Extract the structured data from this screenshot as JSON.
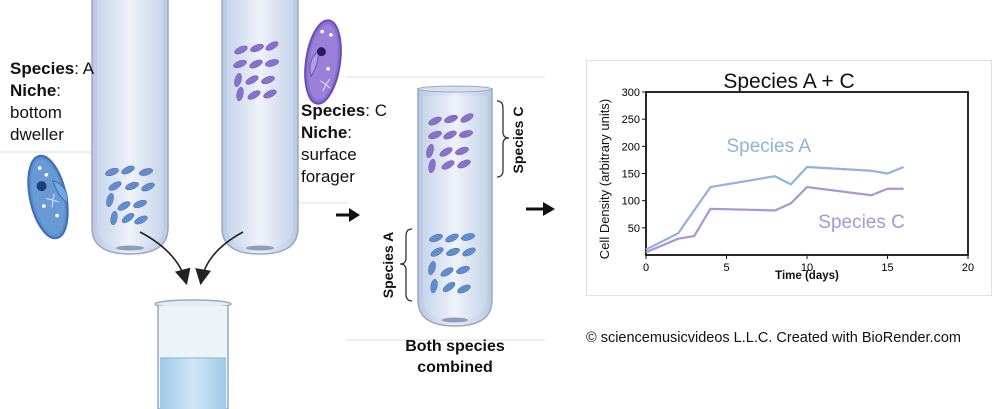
{
  "species_a": {
    "label_species": "Species",
    "value_species": "A",
    "label_niche": "Niche",
    "value_niche_line1": "bottom",
    "value_niche_line2": "dweller",
    "color": "#5b8fcf"
  },
  "species_c": {
    "label_species": "Species",
    "value_species": "C",
    "label_niche": "Niche",
    "value_niche_line1": "surface",
    "value_niche_line2": "forager",
    "color": "#8b6fd0"
  },
  "combined_tube": {
    "caption_line1": "Both species",
    "caption_line2": "combined",
    "bracket_top_label": "Species C",
    "bracket_bottom_label": "Species A"
  },
  "credit": "© sciencemusicvideos L.L.C. Created with BioRender.com",
  "chart_data": {
    "type": "line",
    "title": "Species A + C",
    "xlabel": "Time (days)",
    "ylabel": "Cell Density (arbitrary units)",
    "xlim": [
      0,
      20
    ],
    "ylim": [
      0,
      300
    ],
    "xticks": [
      0,
      5,
      10,
      15,
      20
    ],
    "yticks": [
      50,
      100,
      150,
      200,
      250,
      300
    ],
    "grid": false,
    "series": [
      {
        "name": "Species A",
        "color": "#8fb3dc",
        "x": [
          0,
          2,
          4,
          8,
          9,
          10,
          14,
          15,
          16
        ],
        "y": [
          10,
          40,
          125,
          145,
          130,
          162,
          155,
          150,
          162
        ]
      },
      {
        "name": "Species C",
        "color": "#a995d8",
        "x": [
          0,
          2,
          3,
          4,
          8,
          9,
          10,
          14,
          15,
          16
        ],
        "y": [
          5,
          30,
          35,
          85,
          82,
          95,
          125,
          110,
          122,
          122
        ]
      }
    ]
  }
}
